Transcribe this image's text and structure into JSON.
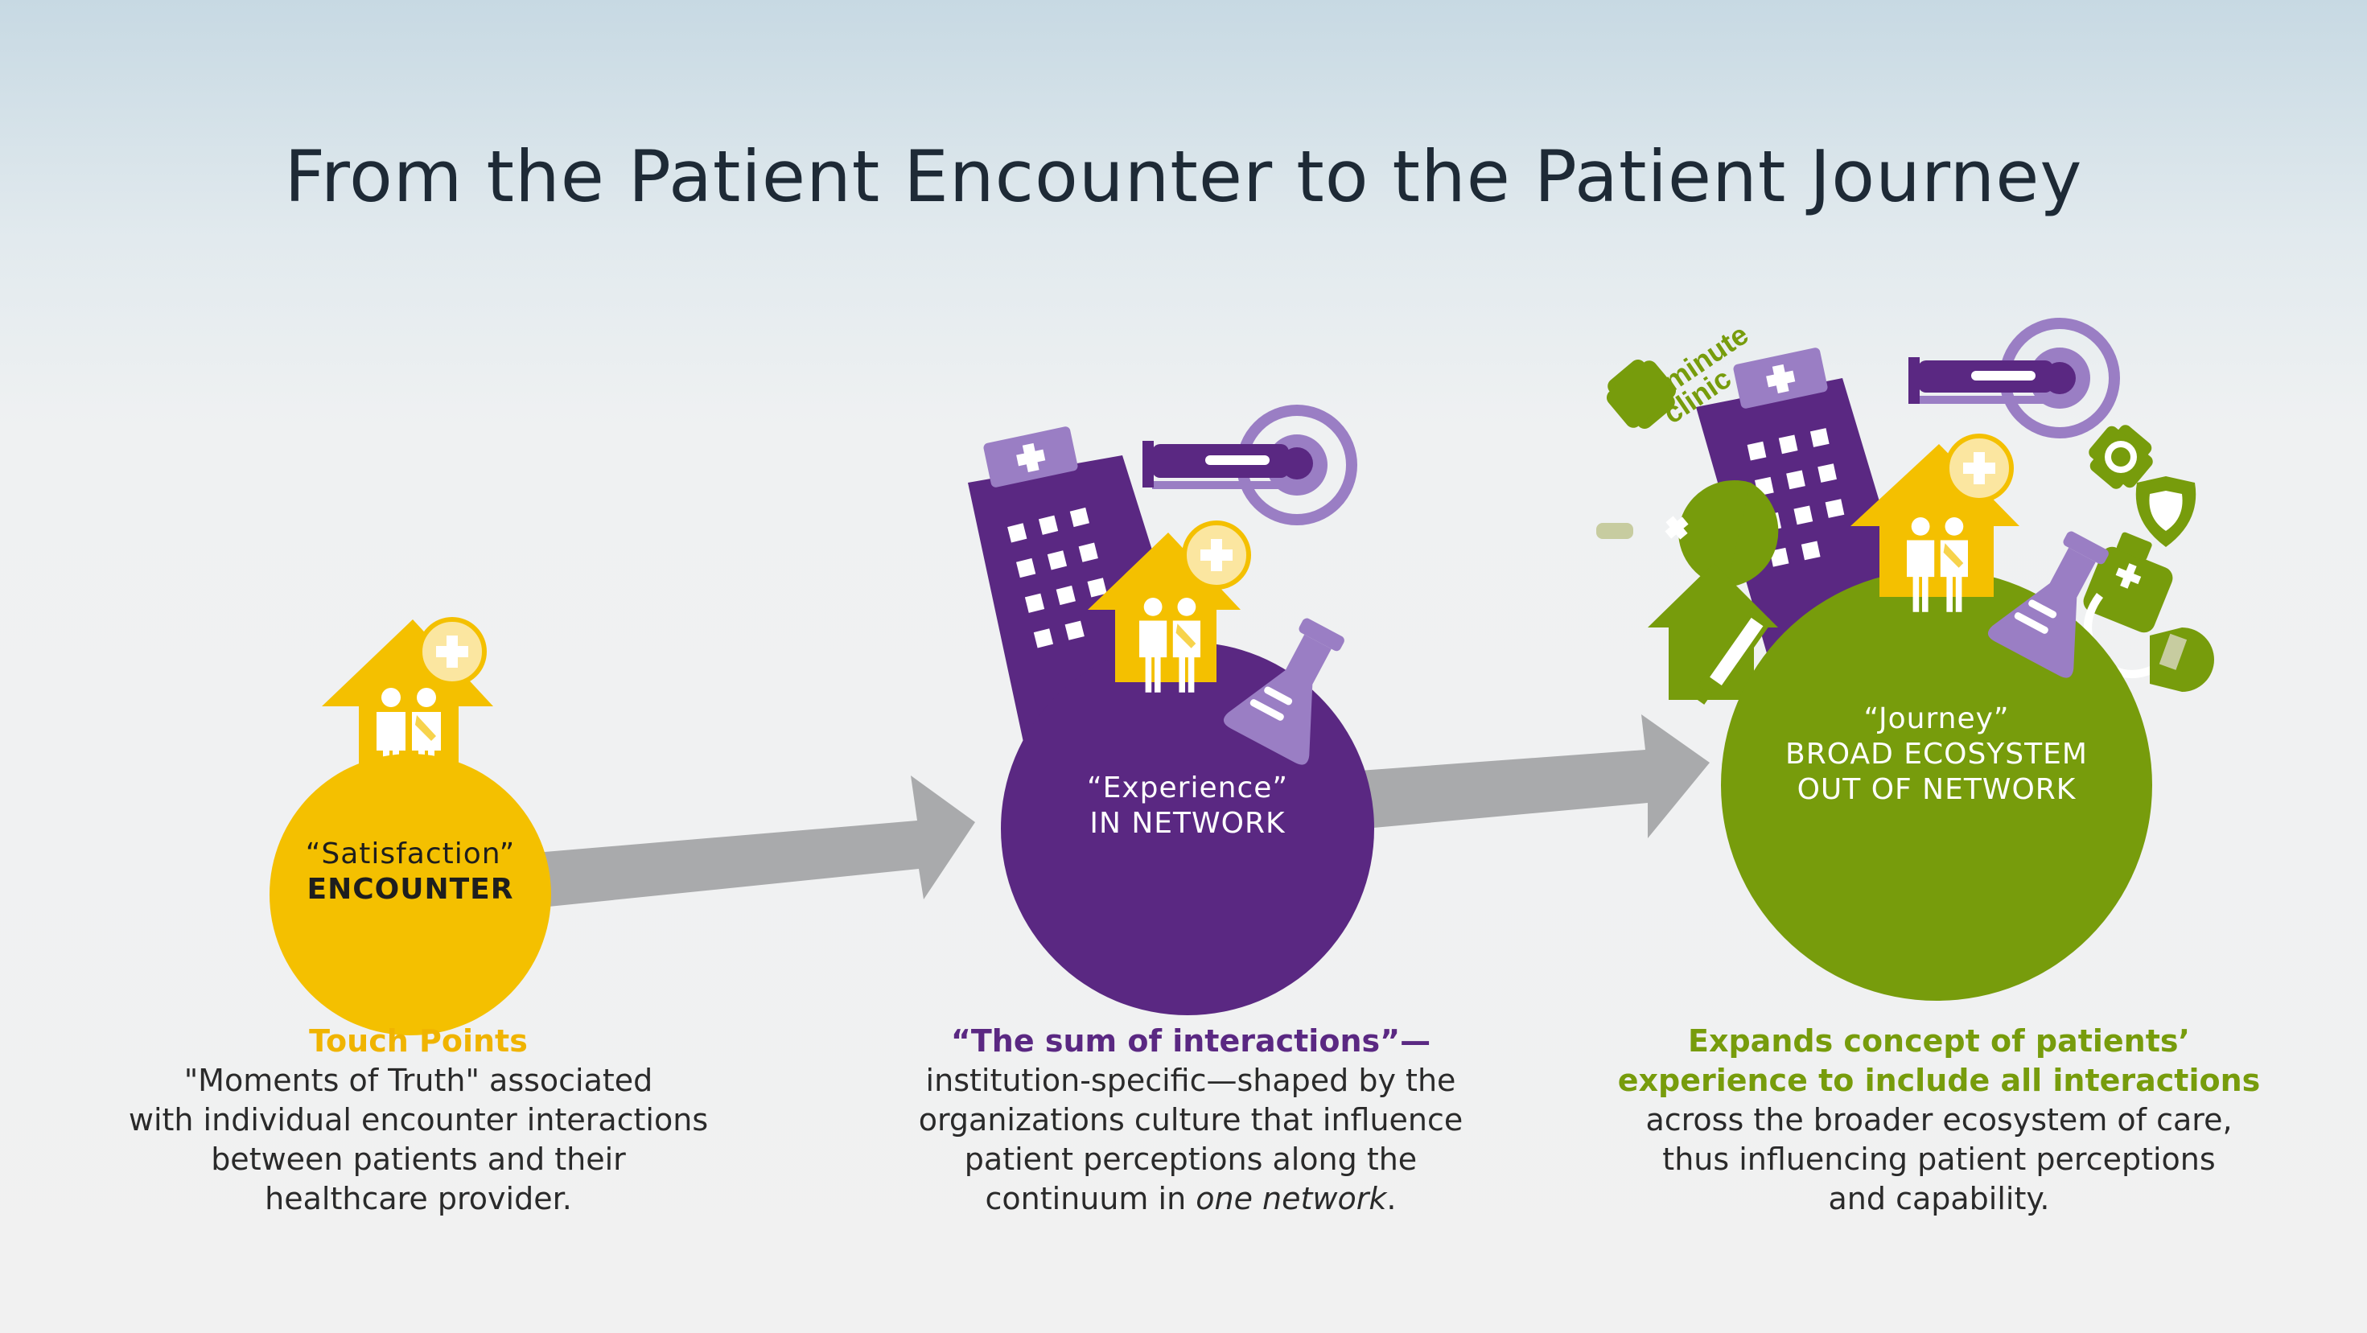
{
  "title": "From the Patient Encounter to the Patient Journey",
  "colors": {
    "yellow": "#f4c000",
    "purple": "#5a2882",
    "green": "#779c0c",
    "lavender": "#9a7ec4",
    "arrow": "#a9aaac"
  },
  "stages": [
    {
      "quote": "“Satisfaction”",
      "name": "ENCOUNTER",
      "caption_head": "Touch Points",
      "caption_lines": [
        "\"Moments of Truth\" associated",
        "with individual encounter interactions",
        "between patients and their",
        "healthcare provider."
      ]
    },
    {
      "quote": "“Experience”",
      "name": "IN NETWORK",
      "caption_head": "“The sum of interactions”—",
      "caption_lines": [
        "institution-specific—shaped by the",
        "organizations culture that influence",
        "patient perceptions along the",
        "continuum in"
      ],
      "caption_italic": "one network",
      "caption_end": "."
    },
    {
      "quote": "“Journey”",
      "name_line1": "BROAD ECOSYSTEM",
      "name_line2": "OUT OF NETWORK",
      "caption_head_line1": "Expands concept of patients’",
      "caption_head_line2": "experience to include all interactions",
      "caption_lines": [
        "across the broader ecosystem of care,",
        "thus influencing patient perceptions",
        "and capability."
      ]
    }
  ],
  "logo_text": {
    "line1": "minute",
    "line2": "clinic"
  }
}
